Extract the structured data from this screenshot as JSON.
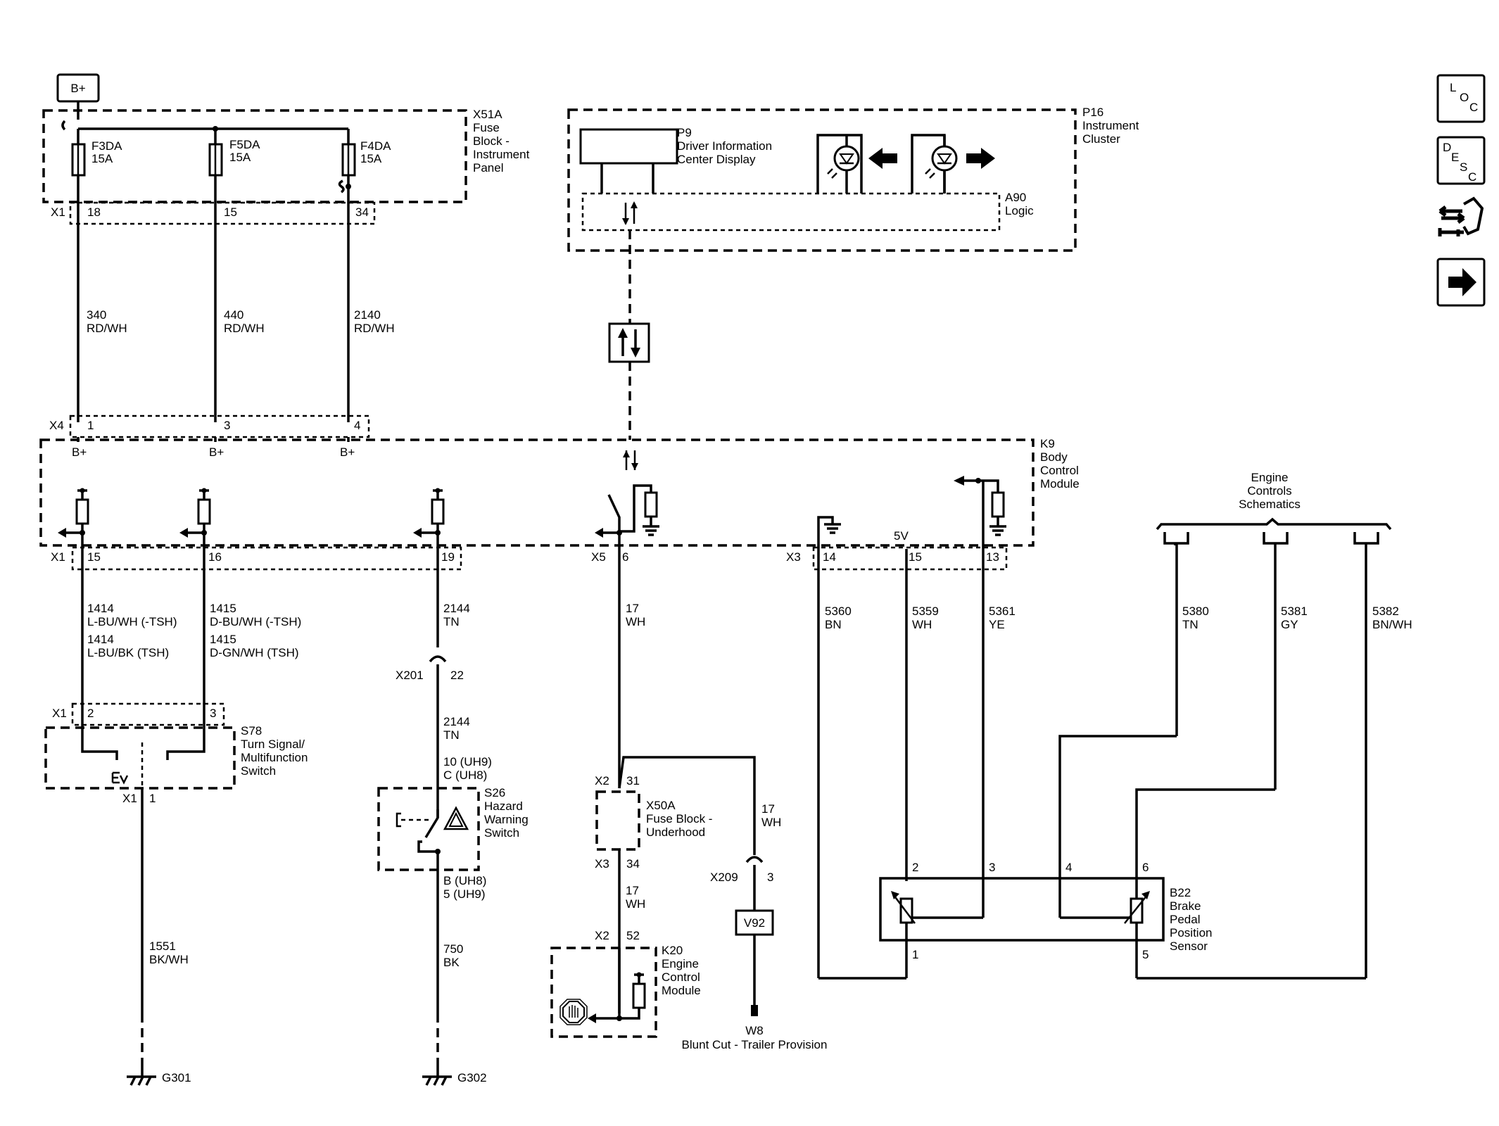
{
  "power": {
    "badge": "B+"
  },
  "fuse_block_ip": {
    "id": "X51A",
    "l1": "Fuse",
    "l2": "Block -",
    "l3": "Instrument",
    "l4": "Panel",
    "fuses": [
      {
        "id": "F3DA",
        "rating": "15A"
      },
      {
        "id": "F5DA",
        "rating": "15A"
      },
      {
        "id": "F4DA",
        "rating": "15A"
      }
    ],
    "connector": "X1",
    "pins": [
      "18",
      "15",
      "34"
    ]
  },
  "feeds": [
    {
      "circuit": "340",
      "color": "RD/WH"
    },
    {
      "circuit": "440",
      "color": "RD/WH"
    },
    {
      "circuit": "2140",
      "color": "RD/WH"
    }
  ],
  "cluster": {
    "id": "P16",
    "l1": "Instrument",
    "l2": "Cluster",
    "display_id": "P9",
    "display_l1": "Driver Information",
    "display_l2": "Center Display",
    "logic_id": "A90",
    "logic_l1": "Logic"
  },
  "bcm": {
    "id": "K9",
    "l1": "Body",
    "l2": "Control",
    "l3": "Module",
    "x4": "X4",
    "x4_pins": [
      "1",
      "3",
      "4"
    ],
    "bplus": "B+",
    "x1": "X1",
    "x1_pins": [
      "15",
      "16",
      "19"
    ],
    "x5": "X5",
    "x5_pin": "6",
    "x3": "X3",
    "x3_pins": [
      "14",
      "15",
      "13"
    ],
    "ref5v": "5V"
  },
  "ecs": {
    "l1": "Engine",
    "l2": "Controls",
    "l3": "Schematics"
  },
  "wires": {
    "w1414a": "1414",
    "w1414a_c": "L-BU/WH (-TSH)",
    "w1414b": "1414",
    "w1414b_c": "L-BU/BK  (TSH)",
    "w1415a": "1415",
    "w1415a_c": "D-BU/WH (-TSH)",
    "w1415b": "1415",
    "w1415b_c": "D-GN/WH (TSH)",
    "w2144": "2144",
    "w2144_c": "TN",
    "w2144b": "2144",
    "w2144b_c": "TN",
    "w17": "17",
    "w17_c": "WH",
    "w17b": "17",
    "w17b_c": "WH",
    "w17c": "17",
    "w17c_c": "WH",
    "w5360": "5360",
    "w5360_c": "BN",
    "w5359": "5359",
    "w5359_c": "WH",
    "w5361": "5361",
    "w5361_c": "YE",
    "w5380": "5380",
    "w5380_c": "TN",
    "w5381": "5381",
    "w5381_c": "GY",
    "w5382": "5382",
    "w5382_c": "BN/WH",
    "w1551": "1551",
    "w1551_c": "BK/WH",
    "w750": "750",
    "w750_c": "BK"
  },
  "x201": {
    "id": "X201",
    "pin": "22"
  },
  "s78": {
    "id": "S78",
    "l1": "Turn Signal/",
    "l2": "Multifunction",
    "l3": "Switch",
    "conn": "X1",
    "pins": [
      "2",
      "3"
    ],
    "out_conn": "X1",
    "out_pin": "1"
  },
  "s26": {
    "id": "S26",
    "l1": "Hazard",
    "l2": "Warning",
    "l3": "Switch",
    "top1": "10 (UH9)",
    "top2": "C (UH8)",
    "bot1": "B (UH8)",
    "bot2": "5 (UH9)"
  },
  "x50a": {
    "id": "X50A",
    "l1": "Fuse Block -",
    "l2": "Underhood",
    "x2": "X2",
    "x2_pin": "31",
    "x3": "X3",
    "x3_pin": "34"
  },
  "k20": {
    "id": "K20",
    "l1": "Engine",
    "l2": "Control",
    "l3": "Module",
    "conn": "X2",
    "pin": "52"
  },
  "x209": {
    "id": "X209",
    "pin": "3"
  },
  "v92": {
    "id": "V92"
  },
  "w8": {
    "id": "W8",
    "l1": "Blunt Cut - Trailer Provision"
  },
  "b22": {
    "id": "B22",
    "l1": "Brake",
    "l2": "Pedal",
    "l3": "Position",
    "l4": "Sensor",
    "pins": [
      "2",
      "3",
      "4",
      "6",
      "1",
      "5"
    ]
  },
  "grounds": [
    "G301",
    "G302"
  ],
  "nav": {
    "loc": [
      "L",
      "O",
      "C"
    ],
    "desc": [
      "D",
      "E",
      "S",
      "C"
    ]
  }
}
